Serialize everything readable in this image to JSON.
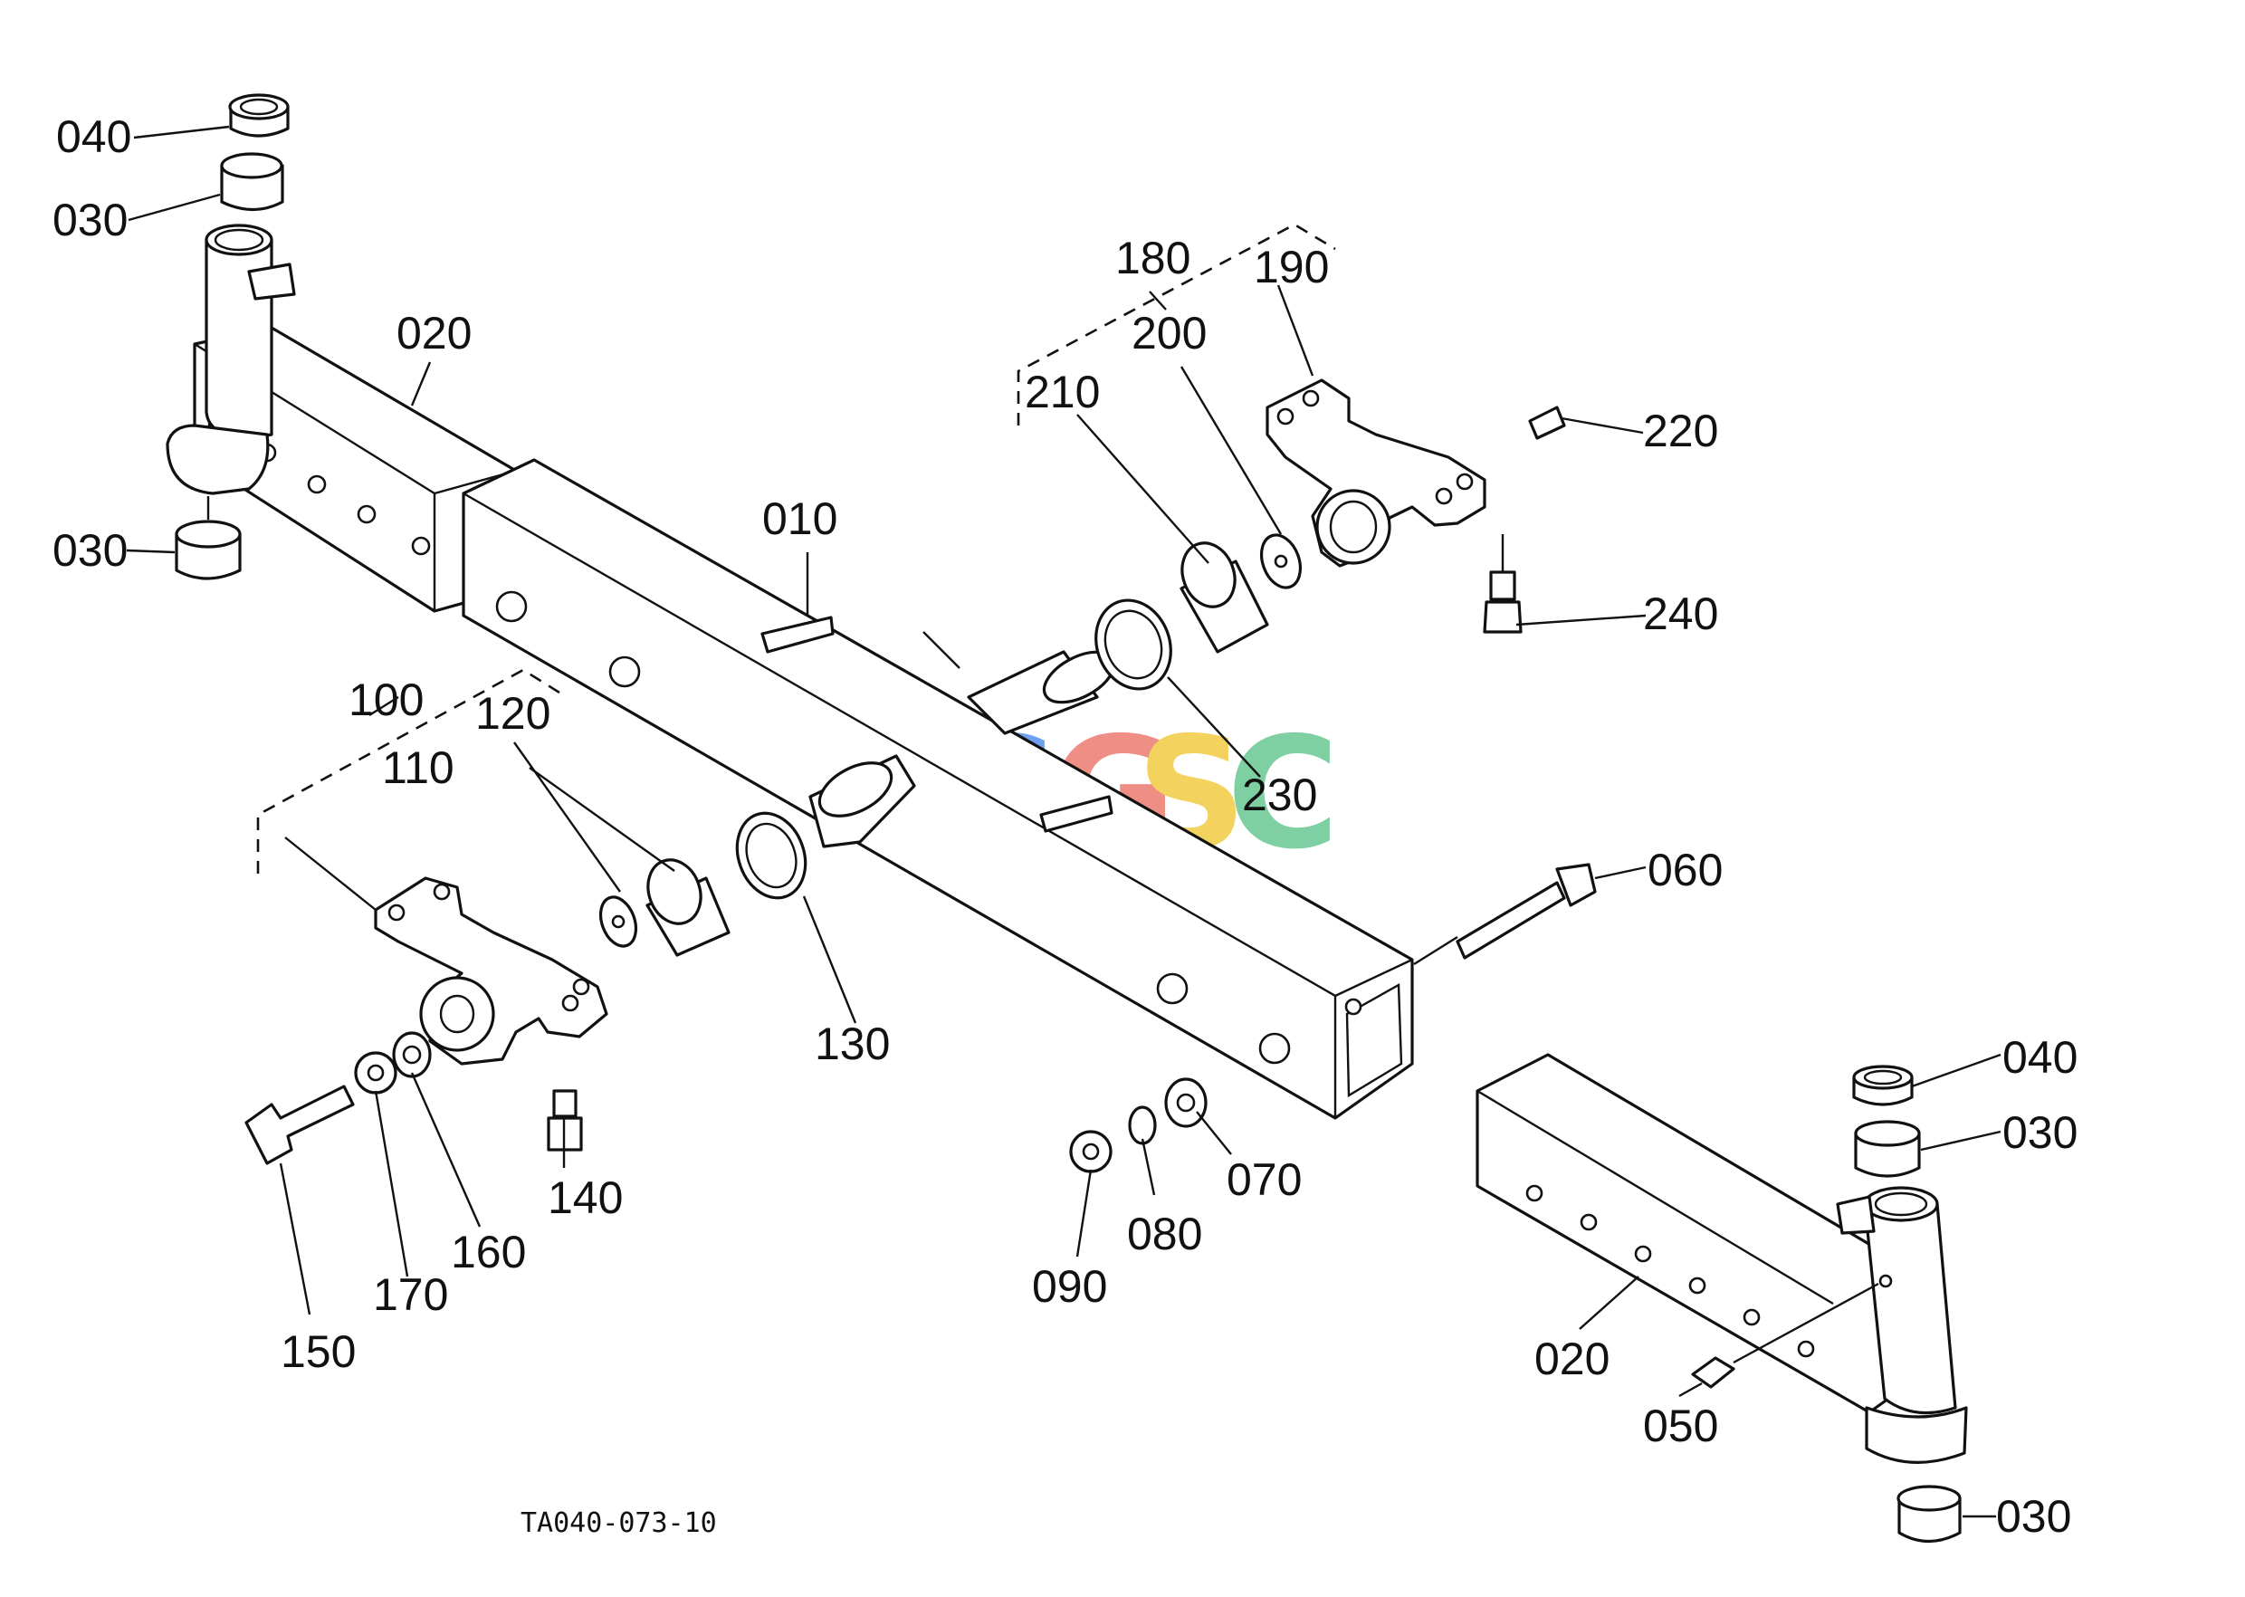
{
  "drawing": {
    "code": "TA040-073-10",
    "watermark": {
      "letters": [
        "C",
        "G",
        "S",
        "C"
      ],
      "colors": [
        "#6fa0f0",
        "#ee8e84",
        "#f3d25d",
        "#7ecfa2"
      ]
    }
  },
  "labels": [
    {
      "id": "l040a",
      "text": "040"
    },
    {
      "id": "l030a",
      "text": "030"
    },
    {
      "id": "l020a",
      "text": "020"
    },
    {
      "id": "l030b",
      "text": "030"
    },
    {
      "id": "l010",
      "text": "010"
    },
    {
      "id": "l180",
      "text": "180"
    },
    {
      "id": "l190",
      "text": "190"
    },
    {
      "id": "l200",
      "text": "200"
    },
    {
      "id": "l210",
      "text": "210"
    },
    {
      "id": "l220",
      "text": "220"
    },
    {
      "id": "l240",
      "text": "240"
    },
    {
      "id": "l230",
      "text": "230"
    },
    {
      "id": "l100",
      "text": "100"
    },
    {
      "id": "l110",
      "text": "110"
    },
    {
      "id": "l120",
      "text": "120"
    },
    {
      "id": "l130",
      "text": "130"
    },
    {
      "id": "l060",
      "text": "060"
    },
    {
      "id": "l140",
      "text": "140"
    },
    {
      "id": "l150",
      "text": "150"
    },
    {
      "id": "l160",
      "text": "160"
    },
    {
      "id": "l170",
      "text": "170"
    },
    {
      "id": "l070",
      "text": "070"
    },
    {
      "id": "l080",
      "text": "080"
    },
    {
      "id": "l090",
      "text": "090"
    },
    {
      "id": "l040b",
      "text": "040"
    },
    {
      "id": "l030c",
      "text": "030"
    },
    {
      "id": "l020b",
      "text": "020"
    },
    {
      "id": "l050",
      "text": "050"
    },
    {
      "id": "l030d",
      "text": "030"
    }
  ]
}
